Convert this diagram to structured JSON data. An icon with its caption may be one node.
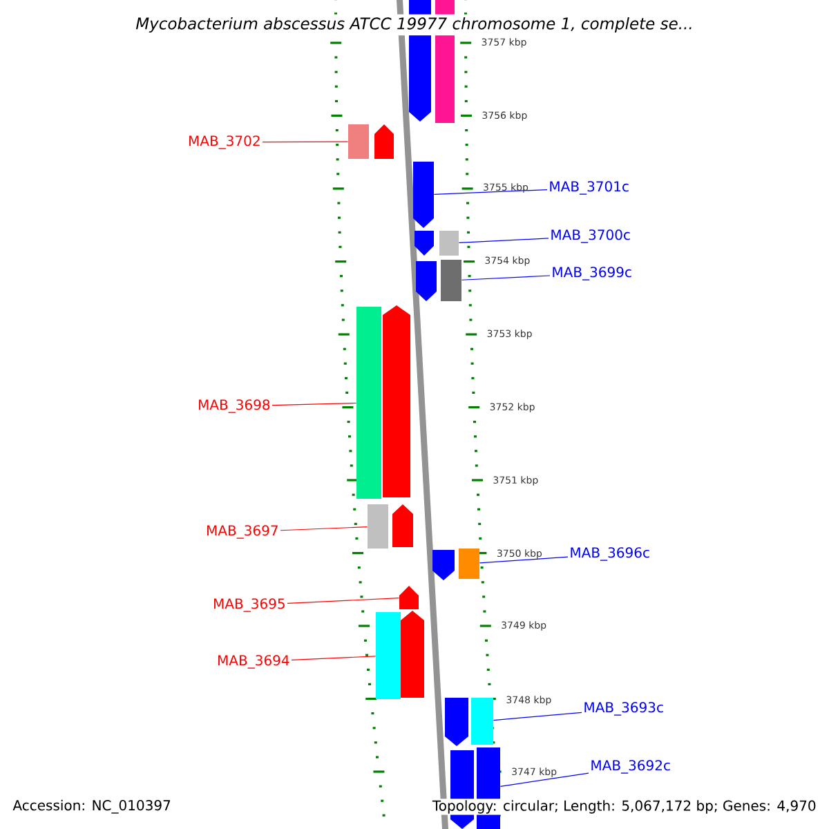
{
  "diagram": {
    "title": "Mycobacterium abscessus ATCC 19977 chromosome 1, complete se...",
    "nodes": [
      {
        "text": [
          "MAB_3702"
        ]
      },
      {
        "text": [
          "MAB_3701c"
        ]
      },
      {
        "text": [
          "MAB_3700c"
        ]
      },
      {
        "text": [
          "MAB_3699c"
        ]
      },
      {
        "text": [
          "MAB_3698"
        ]
      },
      {
        "text": [
          "MAB_3697"
        ]
      },
      {
        "text": [
          "MAB_3696c"
        ]
      },
      {
        "text": [
          "MAB_3695"
        ]
      },
      {
        "text": [
          "MAB_3694"
        ]
      },
      {
        "text": [
          "MAB_3693c"
        ]
      },
      {
        "text": [
          "MAB_3692c"
        ]
      },
      {
        "text": [],
        "shape": "pentagon"
      },
      {
        "text": [],
        "shape": "box"
      },
      {
        "text": [],
        "shape": "box"
      },
      {
        "text": [],
        "shape": "pentagon"
      },
      {
        "text": [],
        "shape": "pentagon"
      },
      {
        "text": [],
        "shape": "pentagon"
      },
      {
        "text": [],
        "shape": "box"
      },
      {
        "text": [],
        "shape": "pentagon"
      },
      {
        "text": [],
        "shape": "box"
      },
      {
        "text": [],
        "shape": "box"
      },
      {
        "text": [],
        "shape": "pentagon"
      },
      {
        "text": [],
        "shape": "box"
      },
      {
        "text": [],
        "shape": "pentagon"
      },
      {
        "text": [],
        "shape": "pentagon"
      },
      {
        "text": [],
        "shape": "box"
      },
      {
        "text": [],
        "shape": "pentagon"
      },
      {
        "text": [],
        "shape": "box"
      },
      {
        "text": [],
        "shape": "pentagon"
      },
      {
        "text": [],
        "shape": "pentagon"
      },
      {
        "text": [],
        "shape": "box"
      },
      {
        "text": [],
        "shape": "pentagon"
      },
      {
        "text": [],
        "shape": "box"
      }
    ],
    "edges": [
      {
        "from": 0,
        "to": 13,
        "arrow": "none",
        "color": "#ff0000"
      },
      {
        "from": 1,
        "to": 15,
        "arrow": "none",
        "color": "#0000ff"
      },
      {
        "from": 2,
        "to": 17,
        "arrow": "none",
        "color": "#0000ff"
      },
      {
        "from": 3,
        "to": 19,
        "arrow": "none",
        "color": "#0000ff"
      },
      {
        "from": 4,
        "to": 20,
        "arrow": "none",
        "color": "#ff0000"
      },
      {
        "from": 5,
        "to": 22,
        "arrow": "none",
        "color": "#ff0000"
      },
      {
        "from": 6,
        "to": 25,
        "arrow": "none",
        "color": "#0000ff"
      },
      {
        "from": 7,
        "to": 26,
        "arrow": "none",
        "color": "#ff0000"
      },
      {
        "from": 8,
        "to": 27,
        "arrow": "none",
        "color": "#ff0000"
      },
      {
        "from": 9,
        "to": 30,
        "arrow": "none",
        "color": "#0000ff"
      },
      {
        "from": 10,
        "to": 32,
        "arrow": "none",
        "color": "#0000ff"
      }
    ],
    "labels": [
      "3757 kbp",
      "3756 kbp",
      "3755 kbp",
      "3754 kbp",
      "3753 kbp",
      "3752 kbp",
      "3751 kbp",
      "3750 kbp",
      "3749 kbp",
      "3748 kbp",
      "3747 kbp",
      "Accession: NC_010397",
      "Topology: circular; Length: 5,067,172 bp; Genes: 4,970"
    ]
  }
}
